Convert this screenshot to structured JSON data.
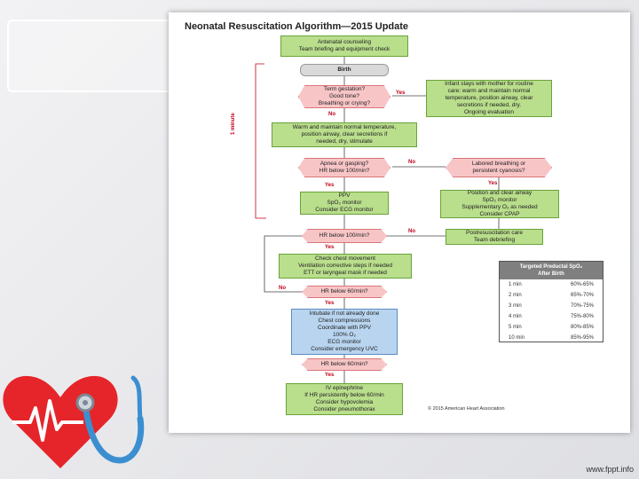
{
  "doc_title": "Neonatal Resuscitation Algorithm—2015 Update",
  "side_label": "1 minute",
  "nodes": {
    "n1": "Antenatal counseling\nTeam briefing and equipment check",
    "n2": "Birth",
    "n3": "Term gestation?\nGood tone?\nBreathing or crying?",
    "n4": "Infant stays with mother for routine\ncare: warm and maintain normal\ntemperature, position airway, clear\nsecretions if needed, dry.\nOngoing evaluation",
    "n5": "Warm and maintain normal temperature,\nposition airway, clear secretions if\nneeded, dry, stimulate",
    "n6": "Apnea or gasping?\nHR below 100/min?",
    "n7": "Labored breathing or\npersistent cyanosis?",
    "n8": "PPV\nSpO₂ monitor\nConsider ECG monitor",
    "n9": "Position and clear airway\nSpO₂ monitor\nSupplementary O₂ as needed\nConsider CPAP",
    "n10": "HR below 100/min?",
    "n11": "Postresuscitation care\nTeam debriefing",
    "n12": "Check chest movement\nVentilation corrective steps if needed\nETT or laryngeal mask if needed",
    "n13": "HR below 60/min?",
    "n14": "Intubate if not already done\nChest compressions\nCoordinate with PPV\n100% O₂\nECG monitor\nConsider emergency UVC",
    "n15": "HR below 60/min?",
    "n16": "IV epinephrine\nIf HR persistently below 60/min\nConsider hypovolemia\nConsider pneumothorax"
  },
  "yes_label": "Yes",
  "no_label": "No",
  "spo2": {
    "title": "Targeted Preductal SpO₂\nAfter Birth",
    "rows": [
      [
        "1 min",
        "60%-65%"
      ],
      [
        "2 min",
        "65%-70%"
      ],
      [
        "3 min",
        "70%-75%"
      ],
      [
        "4 min",
        "75%-80%"
      ],
      [
        "5 min",
        "80%-85%"
      ],
      [
        "10 min",
        "85%-95%"
      ]
    ]
  },
  "copyright": "© 2015 American Heart Association",
  "site_url": "www.fppt.info"
}
